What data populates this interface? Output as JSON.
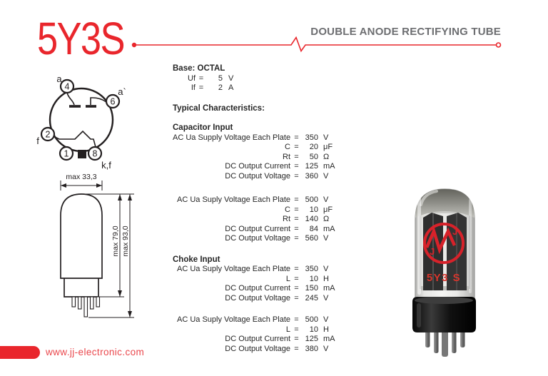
{
  "header": {
    "title": "5Y3S",
    "subtitle": "DOUBLE ANODE RECTIFYING TUBE"
  },
  "footer": {
    "url": "www.jj-electronic.com"
  },
  "colors": {
    "accent_red": "#e9262c",
    "subtitle_gray": "#6d6e71"
  },
  "pin_diagram": {
    "pin_numbers": {
      "p1": "1",
      "p2": "2",
      "p4": "4",
      "p6": "6",
      "p8": "8"
    },
    "labels": {
      "anode1": "a",
      "anode2": "a`",
      "filament": "f",
      "cathode": "k,f"
    }
  },
  "dimensions": {
    "width_max": "max 33,3",
    "body_height_max": "max 79,0",
    "total_height_max": "max 93,0"
  },
  "tube_photo": {
    "logo_letter": "J",
    "print_label": "5Y3 S"
  },
  "base_section": {
    "heading": "Base: OCTAL",
    "eq": "=",
    "rows": [
      {
        "label": "Uf",
        "value": "5",
        "unit": "V"
      },
      {
        "label": "If",
        "value": "2",
        "unit": "A"
      }
    ]
  },
  "characteristics": {
    "heading": "Typical Characteristics:",
    "eq": "=",
    "blocks": [
      {
        "heading": "Capacitor Input",
        "rows": [
          {
            "label": "AC Ua Supply Voltage Each Plate",
            "value": "350",
            "unit": "V"
          },
          {
            "label": "C",
            "value": "20",
            "unit": "μF"
          },
          {
            "label": "Rt",
            "value": "50",
            "unit": "Ω"
          },
          {
            "label": "DC Output Current",
            "value": "125",
            "unit": "mA"
          },
          {
            "label": "DC Output Voltage",
            "value": "360",
            "unit": "V"
          }
        ]
      },
      {
        "heading": "",
        "rows": [
          {
            "label": "AC Ua Suply Voltage Each Plate",
            "value": "500",
            "unit": "V"
          },
          {
            "label": "C",
            "value": "10",
            "unit": "μF"
          },
          {
            "label": "Rt",
            "value": "140",
            "unit": "Ω"
          },
          {
            "label": "DC Output Current",
            "value": "84",
            "unit": "mA"
          },
          {
            "label": "DC Output Voltage",
            "value": "560",
            "unit": "V"
          }
        ]
      },
      {
        "heading": "Choke Input",
        "rows": [
          {
            "label": "AC Ua Suply Voltage Each Plate",
            "value": "350",
            "unit": "V"
          },
          {
            "label": "L",
            "value": "10",
            "unit": "H"
          },
          {
            "label": "DC Output Current",
            "value": "150",
            "unit": "mA"
          },
          {
            "label": "DC Output Voltage",
            "value": "245",
            "unit": "V"
          }
        ]
      },
      {
        "heading": "",
        "rows": [
          {
            "label": "AC Ua Suply Voltage Each Plate",
            "value": "500",
            "unit": "V"
          },
          {
            "label": "L",
            "value": "10",
            "unit": "H"
          },
          {
            "label": "DC Output Current",
            "value": "125",
            "unit": "mA"
          },
          {
            "label": "DC Output Voltage",
            "value": "380",
            "unit": "V"
          }
        ]
      }
    ]
  }
}
